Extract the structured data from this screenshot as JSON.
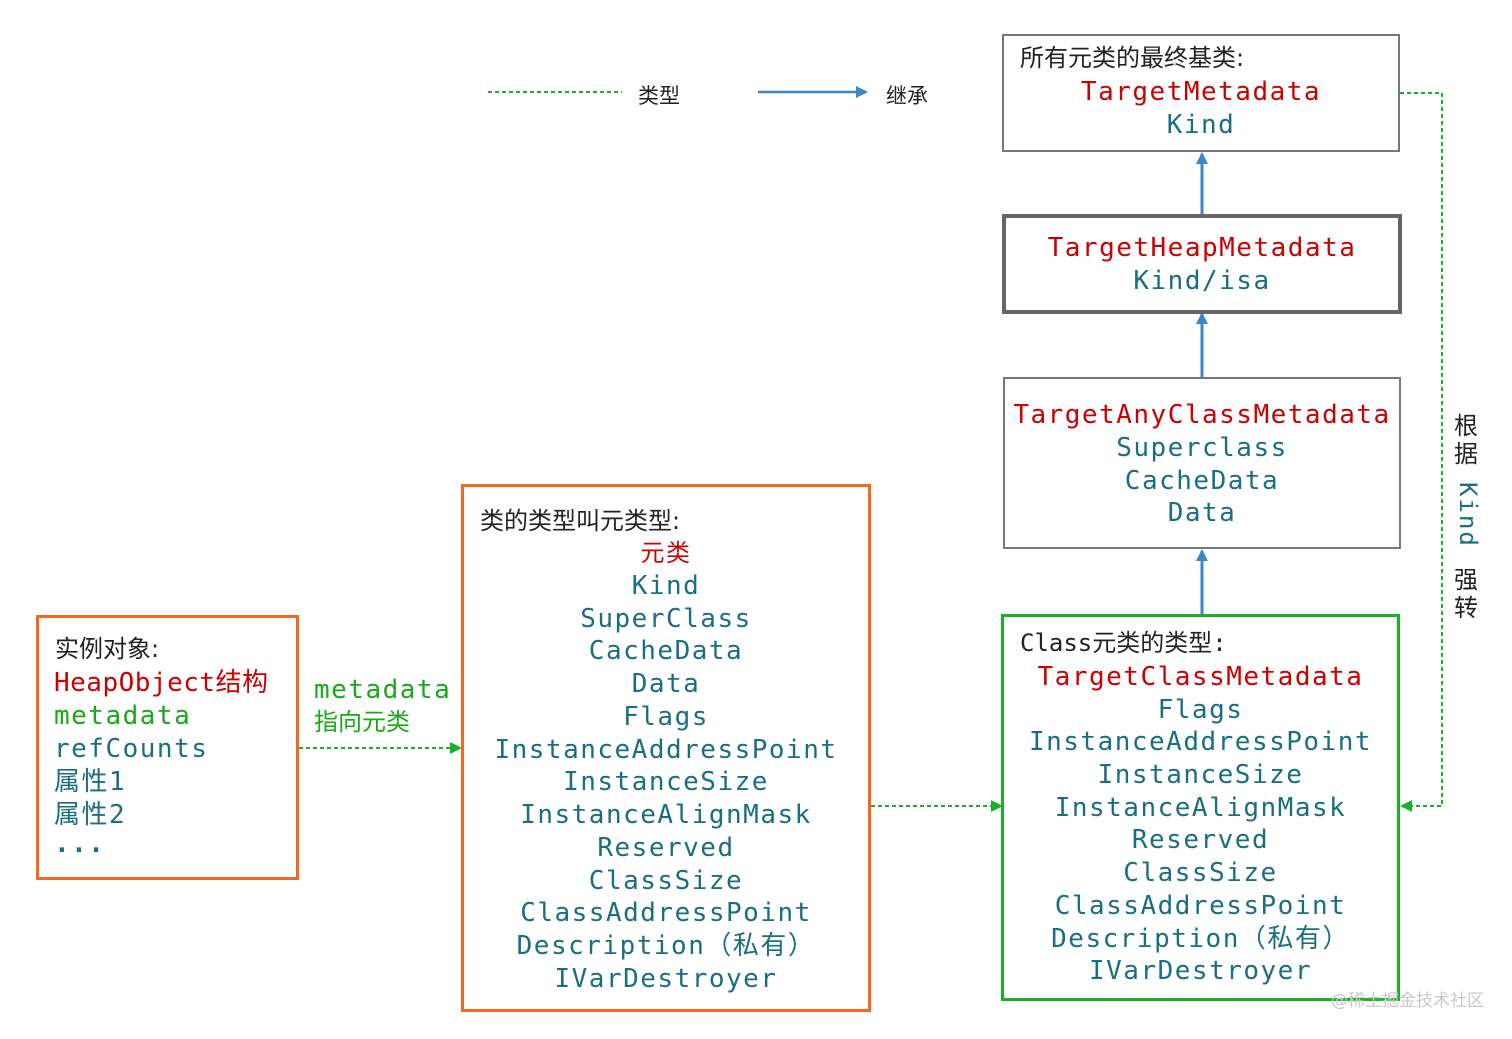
{
  "legend": {
    "type_label": "类型",
    "inherit_label": "继承"
  },
  "box_target_metadata": {
    "header": "所有元类的最终基类:",
    "title": "TargetMetadata",
    "fields": [
      "Kind"
    ]
  },
  "box_target_heap_metadata": {
    "title": "TargetHeapMetadata",
    "fields": [
      "Kind/isa"
    ]
  },
  "box_target_any_class_metadata": {
    "title": "TargetAnyClassMetadata",
    "fields": [
      "Superclass",
      "CacheData",
      "Data"
    ]
  },
  "box_class_metatype": {
    "header": "Class元类的类型:",
    "title": "TargetClassMetadata",
    "fields": [
      "Flags",
      "InstanceAddressPoint",
      "InstanceSize",
      "InstanceAlignMask",
      "Reserved",
      "ClassSize",
      "ClassAddressPoint",
      "Description（私有）",
      "IVarDestroyer"
    ]
  },
  "box_metaclass": {
    "header": "类的类型叫元类型:",
    "title": "元类",
    "fields": [
      "Kind",
      "SuperClass",
      "CacheData",
      "Data",
      "Flags",
      "InstanceAddressPoint",
      "InstanceSize",
      "InstanceAlignMask",
      "Reserved",
      "ClassSize",
      "ClassAddressPoint",
      "Description（私有）",
      "IVarDestroyer"
    ]
  },
  "box_instance": {
    "header": "实例对象:",
    "title": "HeapObject结构",
    "metadata_field": "metadata",
    "fields": [
      "refCounts",
      "属性1",
      "属性2",
      "..."
    ]
  },
  "metadata_arrow_label": {
    "line1": "metadata",
    "line2": "指向元类"
  },
  "side_label": {
    "top": "根据",
    "kind": "Kind",
    "bottom": "强转"
  },
  "watermark": "@稀土掘金技术社区",
  "colors": {
    "orange": "#ee6a1e",
    "green": "#18b228",
    "gray": "#777777",
    "blue_arrow": "#3a86c8",
    "red": "#cc0000",
    "teal": "#1a6e82"
  }
}
